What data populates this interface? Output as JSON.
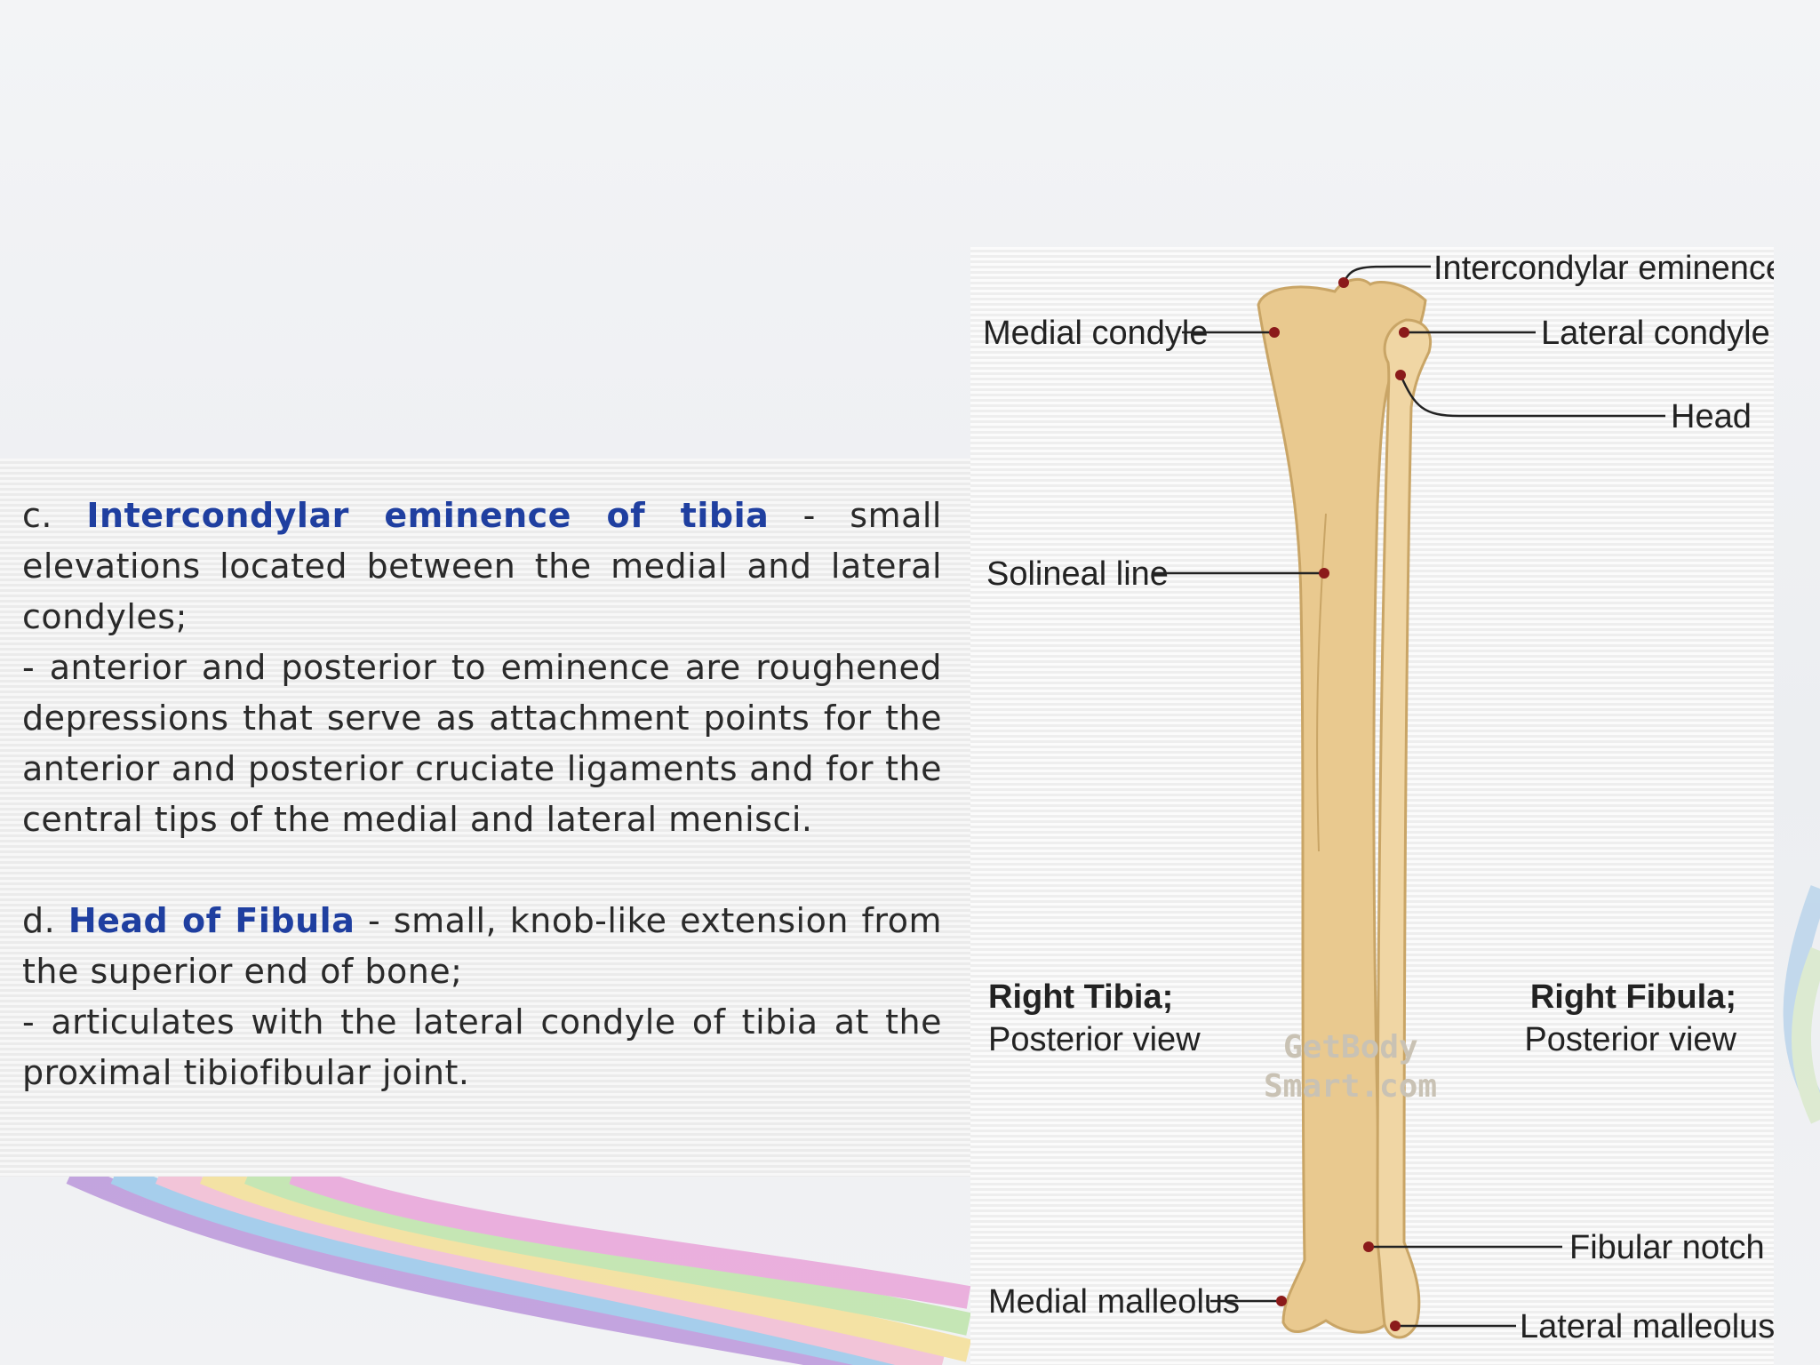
{
  "sections": [
    {
      "letter": "c.",
      "term": "Intercondylar eminence of tibia",
      "desc": "- small elevations located between the medial and lateral condyles;",
      "extra": "- anterior and posterior to eminence are roughened depressions that serve as attachment points for the anterior and posterior cruciate ligaments and for the central tips of the medial and lateral menisci."
    },
    {
      "letter": "d.",
      "term": "Head of Fibula",
      "desc": "- small, knob-like extension from the superior end of bone;",
      "extra": "- articulates with the lateral condyle of tibia at the proximal tibiofibular joint."
    }
  ],
  "figure": {
    "labels": {
      "intercondylar_eminence": "Intercondylar eminence",
      "medial_condyle": "Medial condyle",
      "lateral_condyle": "Lateral condyle",
      "head": "Head",
      "solineal_line": "Solineal line",
      "fibular_notch": "Fibular notch",
      "medial_malleolus": "Medial malleolus",
      "lateral_malleolus": "Lateral malleolus"
    },
    "captions": {
      "tibia_title": "Right Tibia;",
      "tibia_view": "Posterior view",
      "fibula_title": "Right Fibula;",
      "fibula_view": "Posterior view"
    },
    "watermark": {
      "line1": "GetBody",
      "line2": "Smart.com"
    },
    "colors": {
      "bone": "#e9c98f",
      "bone_outline": "#c9a566",
      "marker": "#8b1a1a"
    }
  }
}
